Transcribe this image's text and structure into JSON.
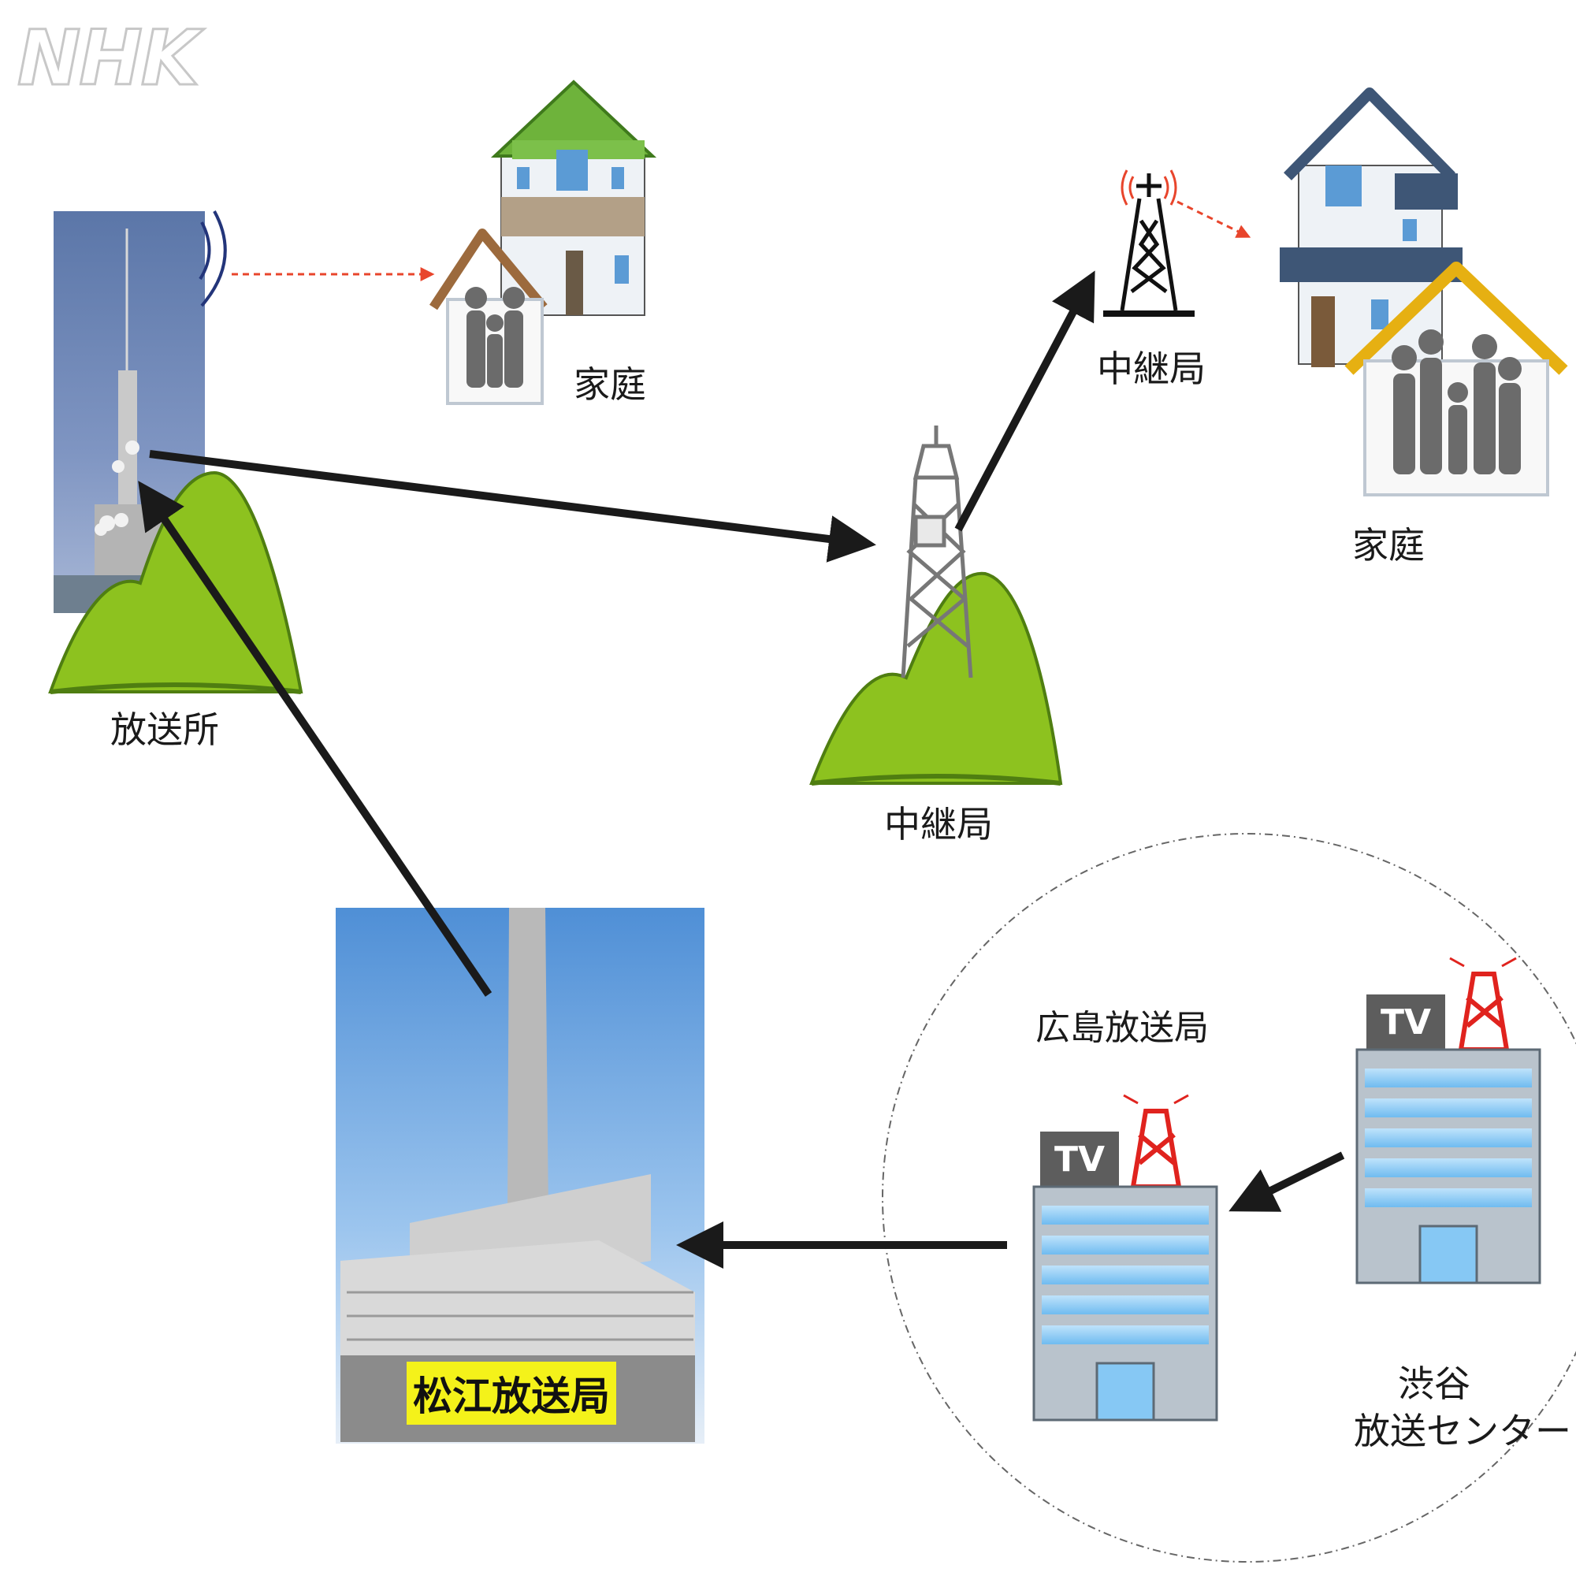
{
  "logo": "NHK",
  "labels": {
    "station": "放送所",
    "home_top": "家庭",
    "relay_top": "中継局",
    "home_right": "家庭",
    "relay_mid": "中継局",
    "hiroshima": "広島放送局",
    "shibuya_line1": "渋谷",
    "shibuya_line2": "放送センター",
    "matsue": "松江放送局",
    "tv": "TV"
  }
}
